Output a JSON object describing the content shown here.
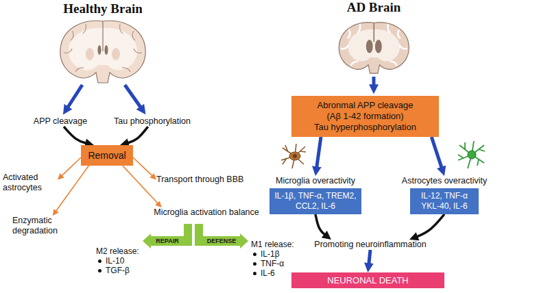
{
  "diagram": {
    "nodes": [
      {
        "text": [
          "APP cleavage"
        ]
      },
      {
        "text": [
          "Tau phosphorylation"
        ]
      },
      {
        "text": [
          "Removal"
        ]
      },
      {
        "text": [
          "Activated astrocytes"
        ]
      },
      {
        "text": [
          "Enzymatic degradation"
        ]
      },
      {
        "text": [
          "Microglia activation balance"
        ]
      },
      {
        "text": [
          "Transport through BBB"
        ]
      },
      {
        "text": [
          "REPAIR"
        ]
      },
      {
        "text": [
          "DEFENSE"
        ]
      },
      {
        "text": [
          "M2 release:",
          "IL-10",
          "TGF-β"
        ]
      },
      {
        "text": [
          "M1 release:",
          "IL-1β",
          "TNF-α",
          "IL-6"
        ]
      },
      {
        "text": [
          "Abronmal APP cleavage (Aβ 1-42 formation)",
          "Tau hyperphosphorylation"
        ]
      },
      {
        "text": [
          "Microglia overactivity",
          "IL-1β, TNF-α, TREM2, CCL2, IL-6"
        ]
      },
      {
        "text": [
          "Astrocytes overactivity",
          "IL-12, TNF-α YKL-40, IL-6"
        ]
      },
      {
        "text": [
          "Promoting neuroinflammation"
        ]
      },
      {
        "text": [
          "NEURONAL DEATH"
        ]
      }
    ],
    "edges": [
      {
        "from": 0,
        "to": 2,
        "arrow": "to"
      },
      {
        "from": 1,
        "to": 2,
        "arrow": "to"
      },
      {
        "from": 2,
        "to": 3,
        "arrow": "to"
      },
      {
        "from": 2,
        "to": 4,
        "arrow": "to"
      },
      {
        "from": 2,
        "to": 5,
        "arrow": "to"
      },
      {
        "from": 2,
        "to": 6,
        "arrow": "to"
      },
      {
        "from": 11,
        "to": 12,
        "arrow": "to"
      },
      {
        "from": 11,
        "to": 13,
        "arrow": "to"
      },
      {
        "from": 12,
        "to": 14,
        "arrow": "to"
      },
      {
        "from": 13,
        "to": 14,
        "arrow": "to"
      },
      {
        "from": 14,
        "to": 15,
        "arrow": "to"
      }
    ],
    "labels": [
      "Healthy Brain",
      "AD Brain"
    ]
  }
}
